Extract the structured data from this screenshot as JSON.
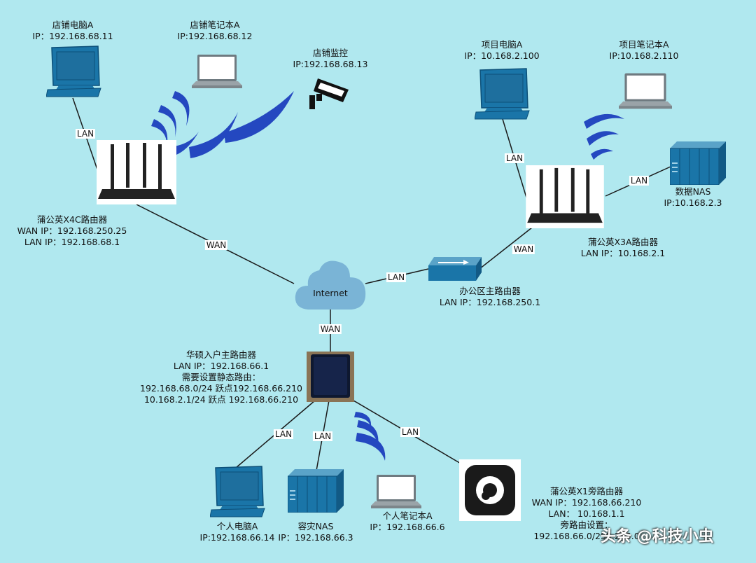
{
  "nodes": {
    "shop_pc": {
      "name": "店铺电脑A",
      "ip": "IP：192.168.68.11"
    },
    "shop_laptop": {
      "name": "店铺笔记本A",
      "ip": "IP:192.168.68.12"
    },
    "shop_camera": {
      "name": "店铺监控",
      "ip": "IP:192.168.68.13"
    },
    "router_x4c": {
      "name": "蒲公英X4C路由器",
      "wan": "WAN IP：192.168.250.25",
      "lan": "LAN IP：192.168.68.1"
    },
    "proj_pc": {
      "name": "项目电脑A",
      "ip": "IP：10.168.2.100"
    },
    "proj_laptop": {
      "name": "项目笔记本A",
      "ip": "IP:10.168.2.110"
    },
    "data_nas": {
      "name": "数据NAS",
      "ip": "IP:10.168.2.3"
    },
    "router_x3a": {
      "name": "蒲公英X3A路由器",
      "lan": "LAN IP：10.168.2.1"
    },
    "internet": {
      "name": "Internet"
    },
    "office_router": {
      "name": "办公区主路由器",
      "lan": "LAN IP：192.168.250.1"
    },
    "asus_router": {
      "name": "华硕入户主路由器",
      "lan": "LAN IP：192.168.66.1",
      "note": "需要设置静态路由：",
      "route1": "192.168.68.0/24 跃点192.168.66.210",
      "route2": "10.168.2.1/24 跃点 192.168.66.210"
    },
    "personal_pc": {
      "name": "个人电脑A",
      "ip": "IP:192.168.66.14"
    },
    "disaster_nas": {
      "name": "容灾NAS",
      "ip": "IP：192.168.66.3"
    },
    "personal_laptop": {
      "name": "个人笔记本A",
      "ip": "IP：192.168.66.6"
    },
    "bypass_x1": {
      "name": "蒲公英X1旁路由器",
      "wan": "WAN IP：192.168.66.210",
      "lan": "LAN：  10.168.1.1",
      "setting": "旁路由设置：",
      "range": "192.168.66.0/255.255.0"
    }
  },
  "links": {
    "shop_pc_router": "LAN",
    "x4c_internet": "WAN",
    "proj_pc_x3a": "LAN",
    "nas_x3a": "LAN",
    "x3a_office": "WAN",
    "internet_office": "LAN",
    "internet_asus": "WAN",
    "asus_pc": "LAN",
    "asus_nas": "LAN",
    "asus_x1": "LAN"
  },
  "watermark": "头条 @科技小虫",
  "colors": {
    "background": "#b0e8ef",
    "device_blue": "#1a75a8",
    "wifi_blue": "#2448c0",
    "cloud": "#7ab4d6"
  }
}
